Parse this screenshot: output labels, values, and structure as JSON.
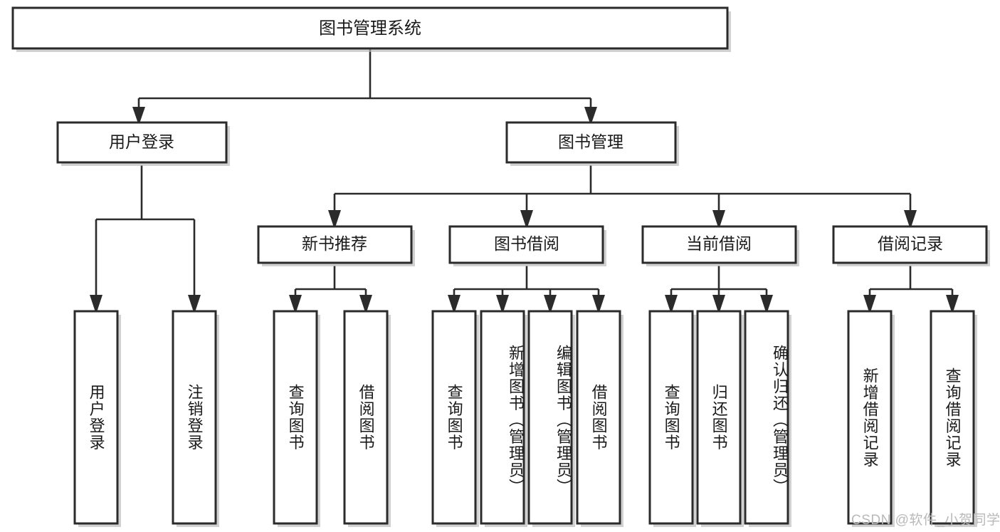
{
  "diagram": {
    "type": "tree-hierarchy",
    "title": "图书管理系统",
    "orientation": "top-down",
    "colors": {
      "box_fill": "#ffffff",
      "box_stroke": "#2b2b2b",
      "connector": "#2b2b2b",
      "text": "#1a1a1a",
      "background": "#ffffff",
      "watermark": "#b9b9b9"
    },
    "root": {
      "label": "图书管理系统"
    },
    "level2": [
      {
        "label": "用户登录"
      },
      {
        "label": "图书管理"
      }
    ],
    "level3": [
      {
        "label": "新书推荐"
      },
      {
        "label": "图书借阅"
      },
      {
        "label": "当前借阅"
      },
      {
        "label": "借阅记录"
      }
    ],
    "leaves": [
      {
        "label": "用户登录",
        "parent": "用户登录"
      },
      {
        "label": "注销登录",
        "parent": "用户登录"
      },
      {
        "label": "查询图书",
        "parent": "新书推荐"
      },
      {
        "label": "借阅图书",
        "parent": "新书推荐"
      },
      {
        "label": "查询图书",
        "parent": "图书借阅"
      },
      {
        "label": "新增图书（管理员）",
        "parent": "图书借阅"
      },
      {
        "label": "编辑图书（管理员）",
        "parent": "图书借阅"
      },
      {
        "label": "借阅图书",
        "parent": "图书借阅"
      },
      {
        "label": "查询图书",
        "parent": "当前借阅"
      },
      {
        "label": "归还图书",
        "parent": "当前借阅"
      },
      {
        "label": "确认归还（管理员）",
        "parent": "当前借阅"
      },
      {
        "label": "新增借阅记录",
        "parent": "借阅记录"
      },
      {
        "label": "查询借阅记录",
        "parent": "借阅记录"
      }
    ]
  },
  "watermark": {
    "text": "CSDN @软件_小贺同学"
  }
}
